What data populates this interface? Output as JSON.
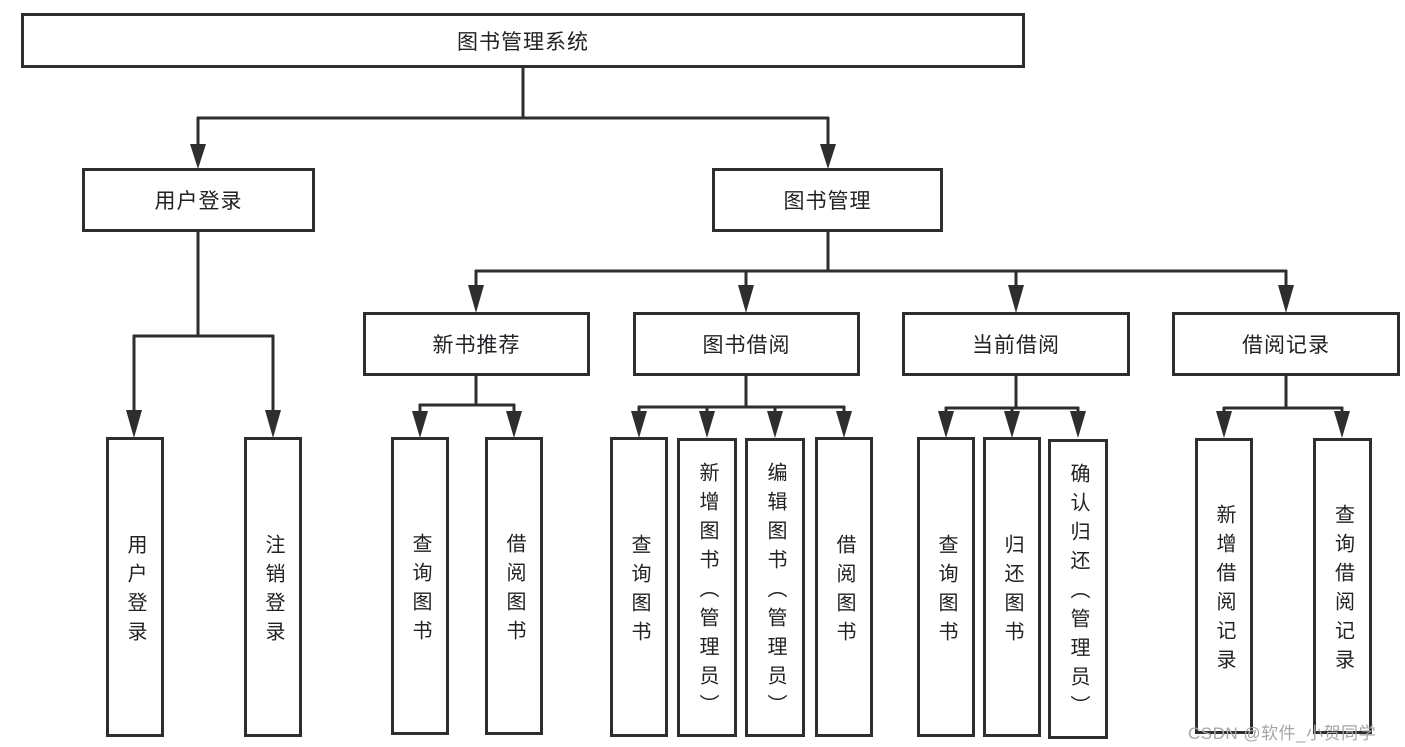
{
  "colors": {
    "line": "#2e2e2e",
    "box_border": "#2e2e2e",
    "text": "#222226",
    "watermark": "#a6a6a6",
    "background": "#ffffff"
  },
  "tree": {
    "root": "图书管理系统",
    "branches": [
      {
        "label": "用户登录",
        "children": [
          "用户登录",
          "注销登录"
        ]
      },
      {
        "label": "图书管理",
        "groups": [
          {
            "label": "新书推荐",
            "children": [
              "查询图书",
              "借阅图书"
            ]
          },
          {
            "label": "图书借阅",
            "children": [
              "查询图书",
              "新增图书（管理员）",
              "编辑图书（管理员）",
              "借阅图书"
            ]
          },
          {
            "label": "当前借阅",
            "children": [
              "查询图书",
              "归还图书",
              "确认归还（管理员）"
            ]
          },
          {
            "label": "借阅记录",
            "children": [
              "新增借阅记录",
              "查询借阅记录"
            ]
          }
        ]
      }
    ]
  },
  "watermark": "CSDN @软件_小贺同学"
}
